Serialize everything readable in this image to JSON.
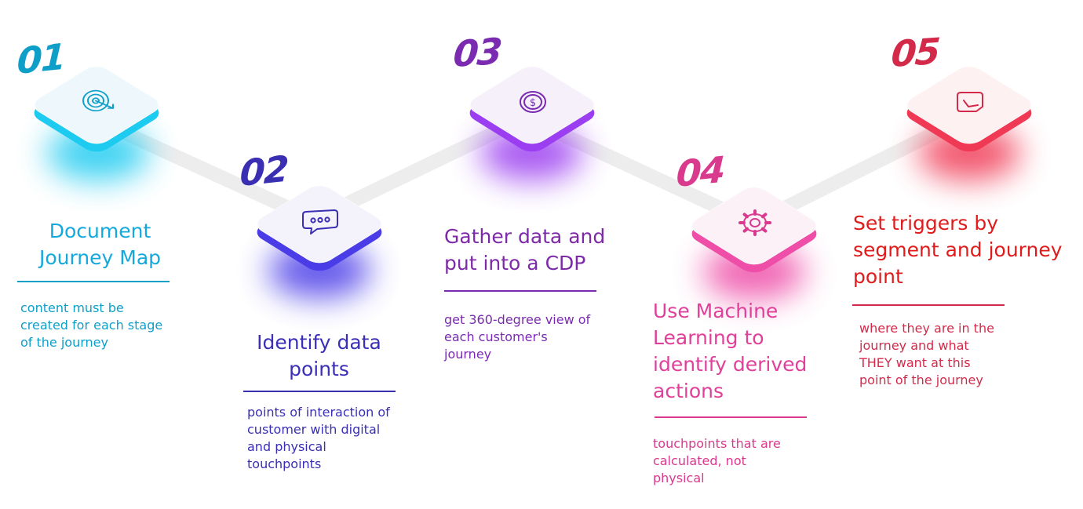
{
  "steps": [
    {
      "number": "01",
      "title": "Document\nJourney Map",
      "description": "content must be\ncreated for each stage\nof the journey",
      "icon": "target-icon",
      "color": "#0e9fc9",
      "title_color": "#14a9dc",
      "accent": "#1ecbf0",
      "face": "#eef8fc"
    },
    {
      "number": "02",
      "title": "Identify data\npoints",
      "description": "points of interaction of\ncustomer with digital\nand physical\ntouchpoints",
      "icon": "chat-icon",
      "color": "#3a2fb3",
      "title_color": "#3b2fb8",
      "accent": "#4a3de8",
      "face": "#f4f3fb"
    },
    {
      "number": "03",
      "title": "Gather data and\nput into a CDP",
      "description": "get 360-degree view of\neach customer's\njourney",
      "icon": "dollar-coin-icon",
      "color": "#7a2bb0",
      "title_color": "#7d2aa8",
      "accent": "#9b3df0",
      "face": "#f5f0fa"
    },
    {
      "number": "04",
      "title": "Use Machine\nLearning to\nidentify derived\nactions",
      "description": "touchpoints that are\ncalculated, not\nphysical",
      "icon": "gear-icon",
      "color": "#d93a8e",
      "title_color": "#e0409a",
      "accent": "#ee4da8",
      "face": "#fbf1f7"
    },
    {
      "number": "05",
      "title": "Set triggers by\nsegment and journey\npoint",
      "description": "where they are in the\njourney and what\nTHEY want at this\npoint of the journey",
      "icon": "tag-check-icon",
      "color": "#d42a4a",
      "title_color": "#e01b1b",
      "accent": "#f03a55",
      "face": "#fdf1f2"
    }
  ]
}
